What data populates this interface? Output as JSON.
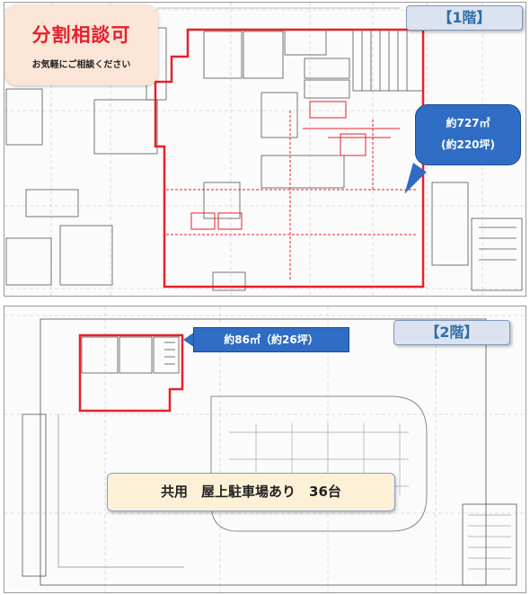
{
  "promo": {
    "title": "分割相談可",
    "subtitle": "お気軽にご相談ください"
  },
  "floor1": {
    "badge": "【1階】",
    "area_m2": "約727㎡",
    "area_tsubo": "(約220坪)"
  },
  "floor2": {
    "badge": "【2階】",
    "area": "約86㎡（約26坪）"
  },
  "parking_note": "共用　屋上駐車場あり　36台",
  "colors": {
    "highlight": "#e8202a",
    "callout": "#2f6dc4",
    "badge_text": "#2f6ea8",
    "promo_bg": "#fbe5d6"
  }
}
